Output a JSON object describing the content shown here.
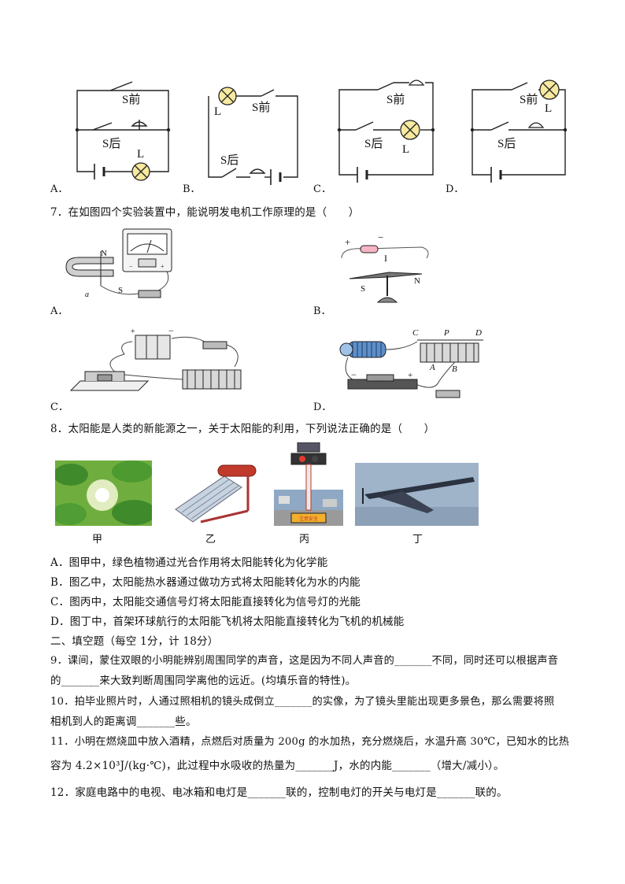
{
  "circuits": {
    "s_front": "S前",
    "s_back": "S后",
    "lamp": "L",
    "option_labels": [
      "A．",
      "B．",
      "C．",
      "D．"
    ]
  },
  "q7": {
    "stem": "7．在如图四个实验装置中，能说明发电机工作原理的是（　　）",
    "option_labels": [
      "A．",
      "B．",
      "C．",
      "D．"
    ],
    "fig_a_labels": {
      "n": "N",
      "s": "S",
      "a": "a"
    },
    "fig_b_labels": {
      "plus": "+",
      "minus": "−",
      "i": "I",
      "n": "N",
      "s": "S"
    },
    "fig_c_labels": {
      "plus": "+",
      "minus": "−"
    },
    "fig_d_labels": {
      "c": "C",
      "p": "P",
      "d": "D",
      "a": "A",
      "b": "B",
      "minus": "−",
      "plus": "+"
    }
  },
  "q8": {
    "stem": "8．太阳能是人类的新能源之一，关于太阳能的利用，下列说法正确的是（　　）",
    "captions": [
      "甲",
      "乙",
      "丙",
      "丁"
    ],
    "sign_text": "注意安全",
    "options": [
      "A．图甲中，绿色植物通过光合作用将太阳能转化为化学能",
      "B．图乙中，太阳能热水器通过做功方式将太阳能转化为水的内能",
      "C．图丙中，太阳能交通信号灯将太阳能直接转化为信号灯的光能",
      "D．图丁中，首架环球航行的太阳能飞机将太阳能直接转化为飞机的机械能"
    ]
  },
  "section2": {
    "title": "二、填空题（每空 1分，计 18分）"
  },
  "q9": {
    "line1": "9．课间，蒙住双眼的小明能辨别周围同学的声音，这是因为不同人声音的_______不同，同时还可以根据声音",
    "line2": "的_______来大致判断周围同学离他的远近。(均填乐音的特性)。"
  },
  "q10": {
    "line1": "10．拍毕业照片时，人通过照相机的镜头成倒立_______的实像，为了镜头里能出现更多景色，那么需要将照",
    "line2": "相机到人的距离调_______些。"
  },
  "q11": {
    "line1": "11．小明在燃烧皿中放入酒精，点燃后对质量为 200g 的水加热，充分燃烧后，水温升高 30℃，已知水的比热",
    "line2": "容为 4.2×10³J/(kg·℃)，此过程中水吸收的热量为_______J，水的内能_______（增大/减小）。"
  },
  "q12": {
    "line1": "12．家庭电路中的电视、电冰箱和电灯是_______联的，控制电灯的开关与电灯是_______联的。"
  },
  "colors": {
    "lamp_fill": "#f7e9a0",
    "wire": "#222222",
    "leaf": "#5aa83a",
    "sky": "#8fa9c4",
    "heater_red": "#c0392b"
  }
}
